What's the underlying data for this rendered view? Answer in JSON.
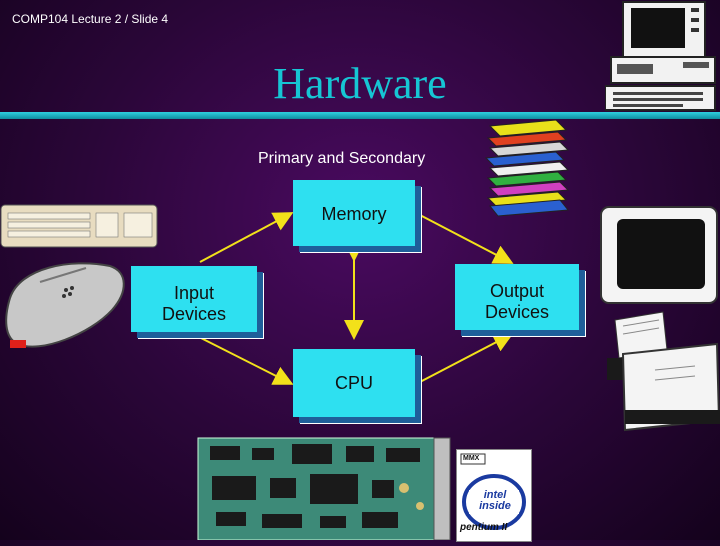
{
  "header": {
    "course_label": "COMP104 Lecture 2 / Slide 4"
  },
  "title": "Hardware",
  "subtitle": "Primary  and Secondary",
  "boxes": {
    "memory": "Memory",
    "input_line1": "Input",
    "input_line2": "Devices",
    "output_line1": "Output",
    "output_line2": "Devices",
    "cpu": "CPU"
  },
  "clipart": {
    "chip_logo_line1": "MMX",
    "chip_logo_line2": "intel inside",
    "chip_logo_line3": "pentium II"
  },
  "colors": {
    "title": "#16c6d4",
    "box_fill": "#2ee0f0",
    "arrow": "#f2e11a",
    "background": "#2a0638"
  }
}
